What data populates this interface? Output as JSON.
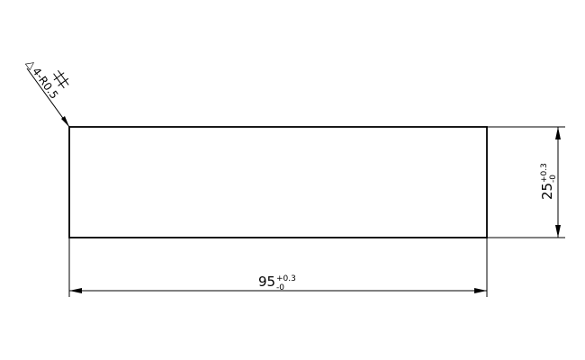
{
  "drawing": {
    "width_dimension": {
      "nominal": "95",
      "upper_tol": "+0.3",
      "lower_tol": "-0"
    },
    "height_dimension": {
      "nominal": "25",
      "upper_tol": "+0.3",
      "lower_tol": "-0"
    },
    "corner_note": {
      "symbol": "△",
      "text": "4-R0.5",
      "symbol_name": "triangle-icon",
      "line_marks_name": "double-line-mark-icon"
    }
  }
}
